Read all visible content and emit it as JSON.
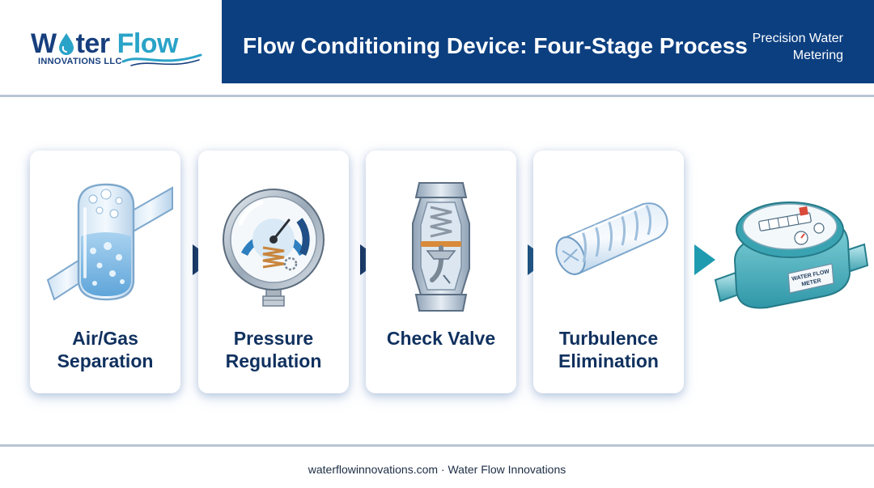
{
  "logo": {
    "word_w": "W",
    "word_ter": "ter",
    "word_flow": "Flow",
    "subtitle": "INNOVATIONS LLC",
    "brand_navy": "#173f7e",
    "brand_teal": "#2aa3c8"
  },
  "header": {
    "title": "Flow Conditioning Device: Four-Stage Process",
    "tagline": "Precision Water Metering",
    "background": "#0c3f80"
  },
  "stages": [
    {
      "label": "Air/Gas Separation",
      "icon": "air-gas-separator-icon"
    },
    {
      "label": "Pressure Regulation",
      "icon": "pressure-gauge-icon"
    },
    {
      "label": "Check Valve",
      "icon": "check-valve-icon"
    },
    {
      "label": "Turbulence Elimination",
      "icon": "flow-straightener-icon"
    }
  ],
  "arrows": {
    "colors": [
      "#13315c",
      "#13315c",
      "#184d7a",
      "#1f9bb0"
    ]
  },
  "meter": {
    "label_line1": "WATER FLOW",
    "label_line2": "METER",
    "icon": "water-meter-icon"
  },
  "footer": {
    "text": "waterflowinnovations.com · Water Flow Innovations"
  }
}
